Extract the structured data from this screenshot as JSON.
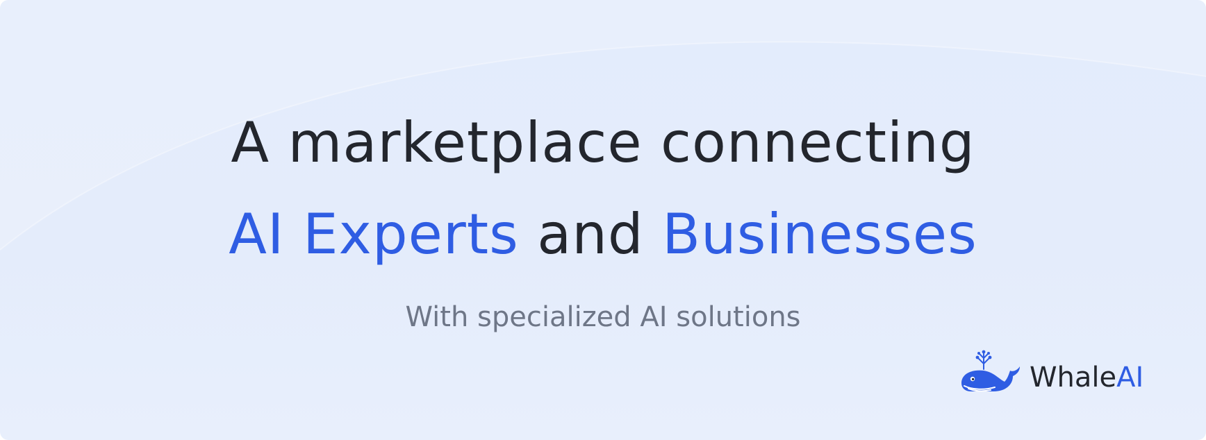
{
  "headline": {
    "line1": "A marketplace connecting",
    "line2_part1": "AI Experts",
    "line2_part2": " and ",
    "line2_part3": "Businesses"
  },
  "subtitle": "With specialized AI solutions",
  "logo": {
    "icon": "whale-icon",
    "name_part1": "Whale",
    "name_part2": "AI"
  },
  "colors": {
    "background": "#e4ecfb",
    "text_dark": "#23262d",
    "accent": "#2f5de3",
    "subtitle": "#6e7687"
  }
}
